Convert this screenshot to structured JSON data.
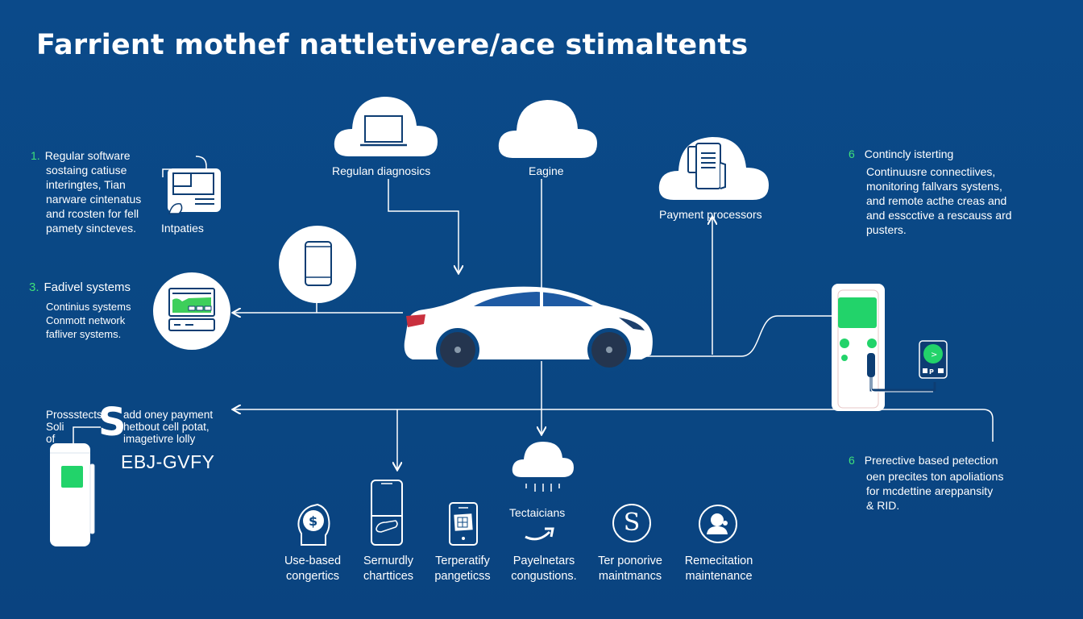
{
  "title": "Farrient mothef nattletivere/ace stimaltents",
  "colors": {
    "background": "#0a4783",
    "accent_green": "#22d36a",
    "number_green": "#3fe07a",
    "line": "#ffffff",
    "icon_stroke": "#0d3d73"
  },
  "left_blocks": [
    {
      "number": "1.",
      "lines": [
        "Regular software",
        "sostaing catiuse",
        "interingtes, Tian",
        "narware cintenatus",
        "and rcosten for fell",
        "pamety sincteves."
      ],
      "icon": "tablet-touch-icon",
      "icon_label": "Intpaties"
    },
    {
      "number": "3.",
      "heading": "Fadivel systems",
      "lines": [
        "Continius systems",
        "Conmott network",
        "fafliver systems."
      ],
      "icon": "monitor-dashboard-icon"
    }
  ],
  "top_nodes": [
    {
      "label": "Regulan diagnosics",
      "icon": "cloud-laptop-icon"
    },
    {
      "label": "Eagine",
      "icon": "cloud-icon"
    },
    {
      "label": "Payment processors",
      "icon": "cloud-documents-icon"
    }
  ],
  "phone_node": {
    "icon": "smartphone-icon"
  },
  "center": {
    "icon": "white-sedan-car"
  },
  "right_blocks": [
    {
      "number": "6",
      "heading": "Contincly isterting",
      "lines": [
        "Continuusre connectiives,",
        "monitoring fallvars systens,",
        "and remote acthe creas and",
        "and esscctive a rescauss ard",
        "pusters."
      ]
    },
    {
      "number": "6",
      "heading": "Prerective based petection",
      "lines": [
        "oen precites ton apoliations",
        "for mcdettine areppansity",
        "& RID."
      ]
    }
  ],
  "charging_station_right": {
    "icon": "ev-charging-station-icon",
    "phone_icon": "payment-phone-icon",
    "phone_text": "P"
  },
  "left_bottom": {
    "prefix_lines": [
      "Prossstects",
      "Soli",
      "of"
    ],
    "dollar_glyph": "S",
    "lines": [
      "add oney payment",
      "hetbout cell potat,",
      "imagetivre lolly"
    ],
    "code": "EBJ-GVFY",
    "icon": "charging-kiosk-icon"
  },
  "middle_node": {
    "icon": "cloud-rain-icon",
    "label": "Tectaicians"
  },
  "bottom_items": [
    {
      "icon": "dollar-hand-icon",
      "lines": [
        "Use-based",
        "congertics"
      ]
    },
    {
      "icon": "smartphone-car-icon",
      "lines": [
        "Sernurdly",
        "charttices"
      ]
    },
    {
      "icon": "phone-map-icon",
      "lines": [
        "Terperatify",
        "pangeticss"
      ]
    },
    {
      "icon": "arrow-curve-icon",
      "lines": [
        "Payelnetars",
        "congustions."
      ]
    },
    {
      "icon": "s-circle-icon",
      "glyph": "S",
      "lines": [
        "Ter ponorive",
        "maintmancs"
      ]
    },
    {
      "icon": "user-circle-icon",
      "lines": [
        "Remecitation",
        "maintenance"
      ]
    }
  ]
}
